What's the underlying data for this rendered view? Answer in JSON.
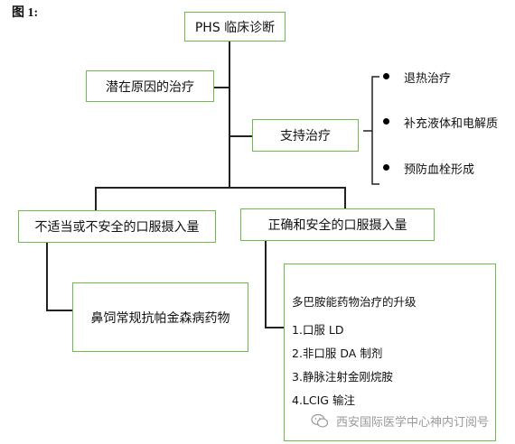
{
  "figure_label": "图 1:",
  "nodes": {
    "diagnosis": "PHS 临床诊断",
    "underlying": "潜在原因的治疗",
    "support": "支持治疗",
    "bad_oral": "不适当或不安全的口服摄入量",
    "good_oral": "正确和安全的口服摄入量",
    "meds": "鼻饲常规抗帕金森病药物"
  },
  "support_items": [
    "退热治疗",
    "补充液体和电解质",
    "预防血栓形成"
  ],
  "dopamine_box": {
    "title": "多巴胺能药物治疗的升级",
    "items": [
      "1.口服 LD",
      "2.非口服 DA 制剂",
      "3.静脉注射金刚烷胺",
      "4.LCIG 输注"
    ]
  },
  "watermark": "西安国际医学中心神内订阅号",
  "colors": {
    "box_border": "#6dbb4a",
    "connector": "#222222",
    "watermark": "#9a9a9a"
  },
  "icons": [
    "wechat-icon"
  ]
}
